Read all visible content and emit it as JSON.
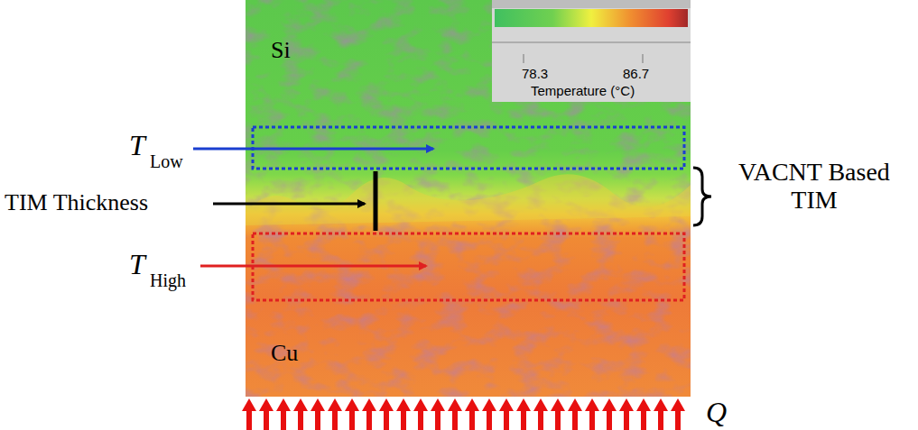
{
  "diagram": {
    "labels": [
      "Si",
      "78.3",
      "86.7",
      "Temperature (°C)",
      "T",
      "Low",
      "TIM Thickness",
      "VACNT Based TIM",
      "T",
      "High",
      "Cu",
      "Q"
    ]
  }
}
